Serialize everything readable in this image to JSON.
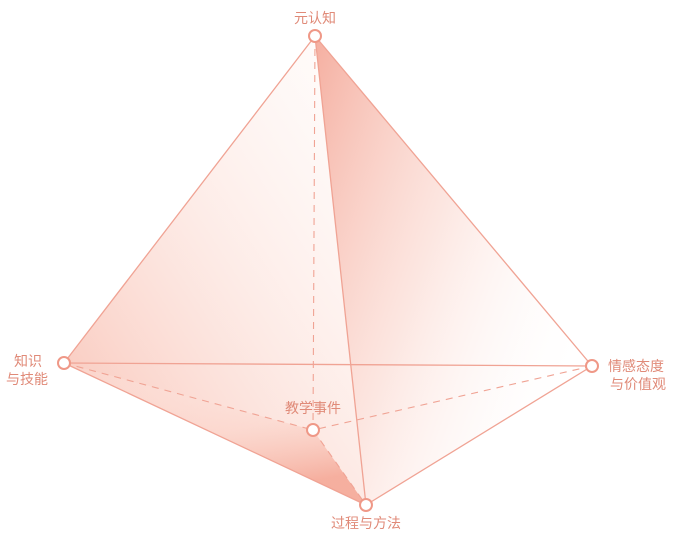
{
  "colors": {
    "accent": "#f0a394",
    "fill_light": "#fde3dc",
    "fill_mid": "#f7b8aa",
    "text": "#e08a78"
  },
  "vertices": {
    "top": {
      "label": "元认知"
    },
    "left": {
      "line1": "知识",
      "line2": "与技能"
    },
    "right": {
      "line1": "情感态度",
      "line2": "与价值观"
    },
    "center": {
      "label": "教学事件"
    },
    "bottom": {
      "label": "过程与方法"
    }
  }
}
